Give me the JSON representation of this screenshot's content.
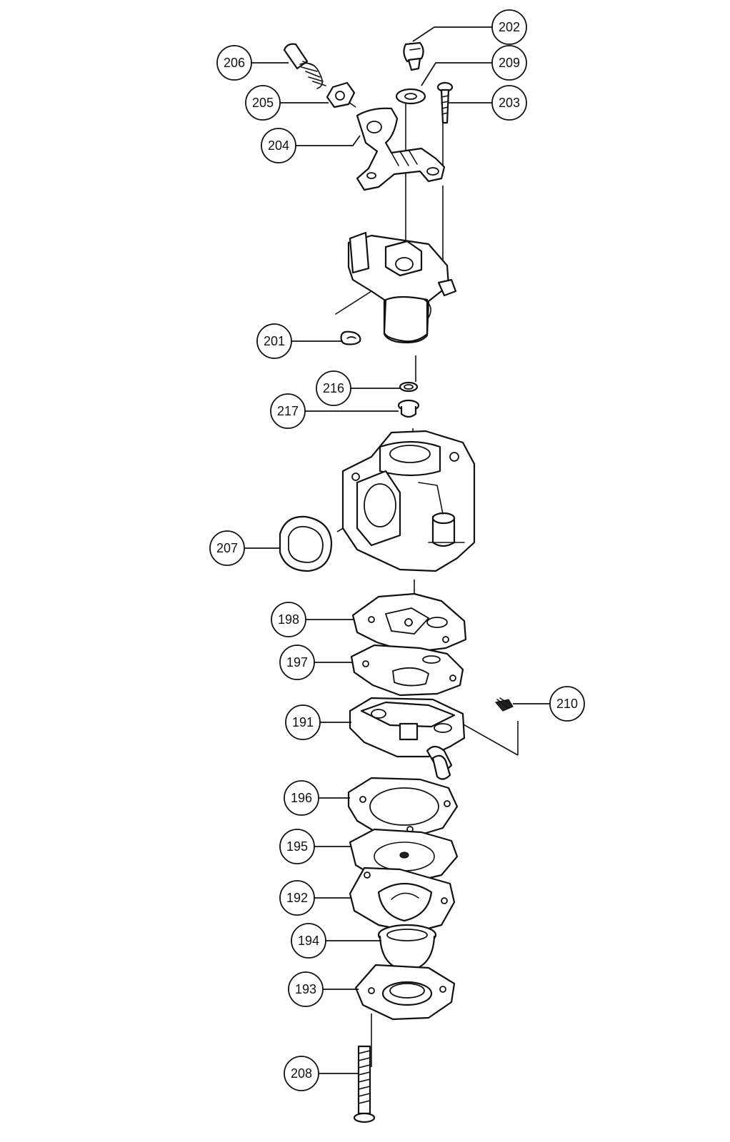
{
  "callouts": [
    {
      "id": "c202",
      "label": "202"
    },
    {
      "id": "c209",
      "label": "209"
    },
    {
      "id": "c203",
      "label": "203"
    },
    {
      "id": "c206",
      "label": "206"
    },
    {
      "id": "c205",
      "label": "205"
    },
    {
      "id": "c204",
      "label": "204"
    },
    {
      "id": "c201",
      "label": "201"
    },
    {
      "id": "c216",
      "label": "216"
    },
    {
      "id": "c217",
      "label": "217"
    },
    {
      "id": "c207",
      "label": "207"
    },
    {
      "id": "c198",
      "label": "198"
    },
    {
      "id": "c197",
      "label": "197"
    },
    {
      "id": "c210",
      "label": "210"
    },
    {
      "id": "c191",
      "label": "191"
    },
    {
      "id": "c196",
      "label": "196"
    },
    {
      "id": "c195",
      "label": "195"
    },
    {
      "id": "c192",
      "label": "192"
    },
    {
      "id": "c194",
      "label": "194"
    },
    {
      "id": "c193",
      "label": "193"
    },
    {
      "id": "c208",
      "label": "208"
    }
  ],
  "colors": {
    "line": "#111111",
    "background": "#ffffff"
  }
}
